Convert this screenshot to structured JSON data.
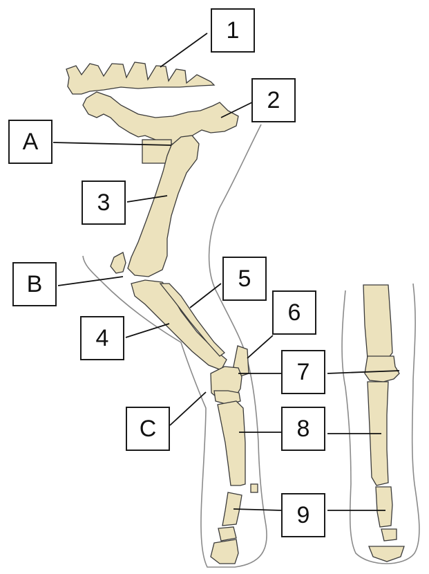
{
  "labels": {
    "l1": "1",
    "l2": "2",
    "l3": "3",
    "l4": "4",
    "l5": "5",
    "l6": "6",
    "l7": "7",
    "l8": "8",
    "l9": "9",
    "lA": "A",
    "lB": "B",
    "lC": "C"
  },
  "colors": {
    "bone": "#ece2bd",
    "outline": "#3a3a3a",
    "skin": "#8a8a8a"
  }
}
